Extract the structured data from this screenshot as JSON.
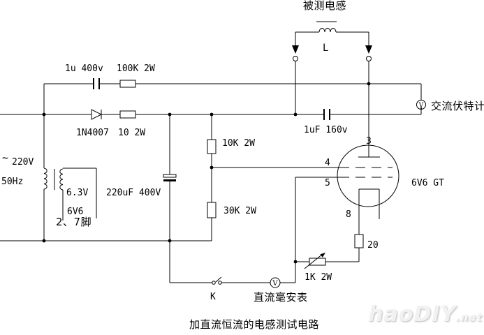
{
  "schematic": {
    "title": "加直流恒流的电感测试电路",
    "dut": {
      "label": "被测电感",
      "symbol": "L"
    },
    "mains": {
      "tilde": "~",
      "voltage": "220V",
      "frequency": "50Hz"
    },
    "components": {
      "input_cap": "1u 400v",
      "input_resistor": "100K 2W",
      "diode": "1N4007",
      "series_resistor": "10 2W",
      "heater_voltage": "6.3V",
      "filter_cap": "220uF 400V",
      "heater_tube": "6V6",
      "heater_pins": "2、7脚",
      "divider_top": "10K 2W",
      "divider_bottom": "30K 2W",
      "coupling_cap": "1uF 160v",
      "cathode_resistor": "20",
      "rheostat": "1K 2W"
    },
    "tube": {
      "name": "6V6 GT",
      "pin_plate": "3",
      "pin_grid2": "4",
      "pin_grid1": "5",
      "pin_cathode": "8"
    },
    "meters": {
      "ac_voltmeter": "交流伏特计",
      "dc_milliammeter": "直流毫安表",
      "ac_glyph": "V",
      "dc_glyph": "V"
    },
    "switch": {
      "label": "K"
    }
  },
  "watermark": {
    "text": "haoDIY",
    "suffix": ".net"
  },
  "colors": {
    "ink": "#000000",
    "background": "#ffffff"
  }
}
